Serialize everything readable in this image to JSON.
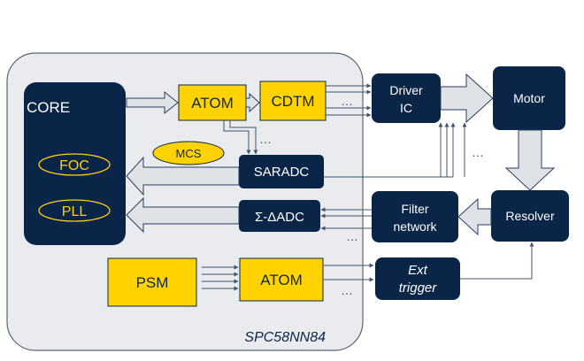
{
  "chip": {
    "name": "SPC58NN84"
  },
  "core": {
    "label": "CORE",
    "foc": "FOC",
    "pll": "PLL"
  },
  "mcs": {
    "label": "MCS"
  },
  "atom_top": {
    "label": "ATOM"
  },
  "cdtm": {
    "label": "CDTM"
  },
  "saradc": {
    "label": "SARADC"
  },
  "sdadc": {
    "label": "Σ-ΔADC"
  },
  "psm": {
    "label": "PSM"
  },
  "atom_bottom": {
    "label": "ATOM"
  },
  "driver_ic": {
    "line1": "Driver",
    "line2": "IC"
  },
  "motor": {
    "label": "Motor"
  },
  "resolver": {
    "label": "Resolver"
  },
  "filter_network": {
    "line1": "Filter",
    "line2": "network"
  },
  "ext_trigger": {
    "line1": "Ext",
    "line2": "trigger"
  },
  "ellipsis": "…",
  "colors": {
    "navy": "#0b2549",
    "yellow": "#ffd200",
    "chip_bg": "#e9ebee",
    "arrow_fill": "#dfe2e6",
    "arrow_stroke": "#2a3d5c",
    "line": "#44546a",
    "text_dark": "#0b2549",
    "text_light": "#ffffff"
  }
}
